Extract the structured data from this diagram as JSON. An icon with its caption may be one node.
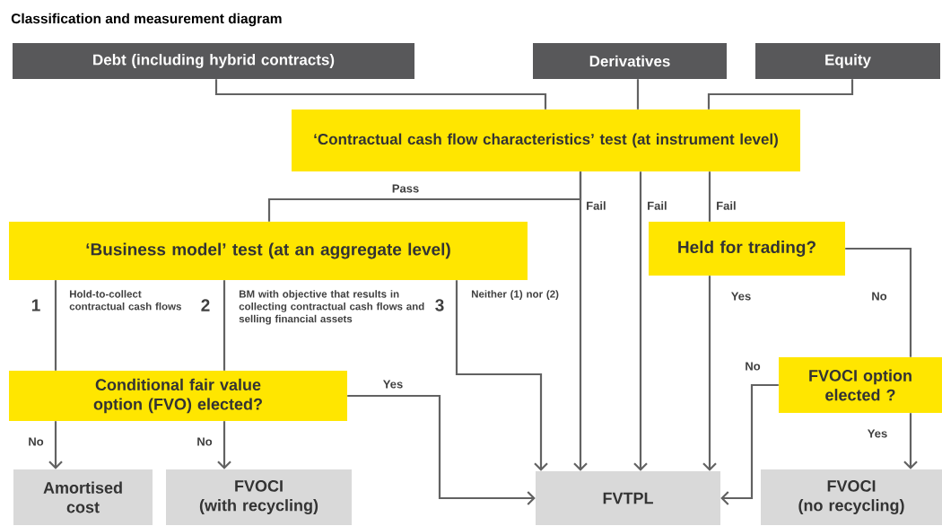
{
  "diagram": {
    "title": "Classification and measurement diagram",
    "nodes": [
      {
        "text": [
          "Debt (including hybrid contracts)"
        ]
      },
      {
        "text": [
          "Derivatives"
        ]
      },
      {
        "text": [
          "Equity"
        ]
      },
      {
        "text": [
          "‘Contractual cash flow characteristics’ test (at instrument level)"
        ]
      },
      {
        "text": [
          "‘Business model’ test (at an aggregate level)"
        ]
      },
      {
        "text": [
          "Held for trading?"
        ]
      },
      {
        "text": [
          "Conditional fair value option (FVO) elected?"
        ]
      },
      {
        "text": [
          "FVOCI option elected ?"
        ]
      },
      {
        "text": [
          "Amortised cost"
        ]
      },
      {
        "text": [
          "FVOCI",
          "(with recycling)"
        ]
      },
      {
        "text": [
          "FVTPL"
        ]
      },
      {
        "text": [
          "FVOCI",
          "(no recycling)"
        ]
      }
    ],
    "edges": [
      {
        "from": 0,
        "to": 3,
        "arrow": "none"
      },
      {
        "from": 1,
        "to": 3,
        "arrow": "none"
      },
      {
        "from": 2,
        "to": 3,
        "arrow": "none"
      },
      {
        "from": 3,
        "to": 4,
        "arrow": "none",
        "label": "Pass"
      },
      {
        "from": 3,
        "to": 10,
        "arrow": "to",
        "label": "Fail"
      },
      {
        "from": 3,
        "to": 10,
        "arrow": "to",
        "label": "Fail"
      },
      {
        "from": 3,
        "to": 5,
        "arrow": "none",
        "label": "Fail"
      },
      {
        "from": 4,
        "to": 6,
        "arrow": "none",
        "label": "Hold-to-collect contractual cash flows"
      },
      {
        "from": 4,
        "to": 6,
        "arrow": "none",
        "label": "BM with objective that results in collecting contractual cash flows and selling financial assets"
      },
      {
        "from": 4,
        "to": 10,
        "arrow": "to",
        "label": "Neither (1) nor (2)"
      },
      {
        "from": 5,
        "to": 10,
        "arrow": "to",
        "label": "Yes"
      },
      {
        "from": 5,
        "to": 7,
        "arrow": "none",
        "label": "No"
      },
      {
        "from": 6,
        "to": 8,
        "arrow": "to",
        "label": "No"
      },
      {
        "from": 6,
        "to": 9,
        "arrow": "to",
        "label": "No"
      },
      {
        "from": 6,
        "to": 10,
        "arrow": "to",
        "label": "Yes"
      },
      {
        "from": 7,
        "to": 10,
        "arrow": "to",
        "label": "No"
      },
      {
        "from": 7,
        "to": 11,
        "arrow": "to",
        "label": "Yes"
      }
    ],
    "labels": [
      "1",
      "2",
      "3"
    ]
  }
}
